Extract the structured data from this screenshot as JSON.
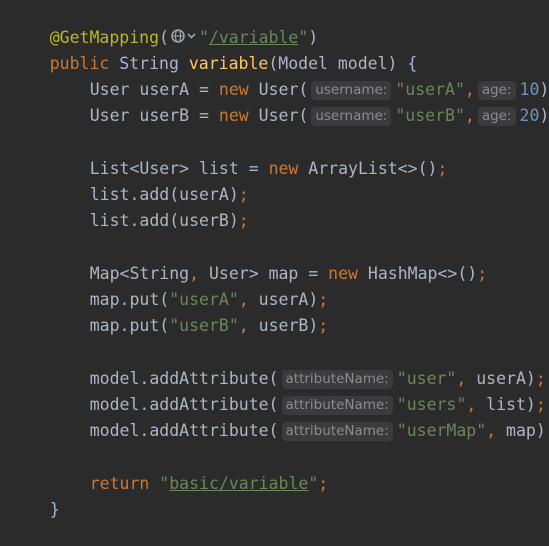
{
  "editor": {
    "line1": {
      "annotation": "@GetMapping",
      "paren_open": "(",
      "quote_open": "\"",
      "url": "/variable",
      "quote_close": "\"",
      "paren_close": ")"
    },
    "line2": {
      "kw_public": "public",
      "type": " String ",
      "method": "variable",
      "params": "(Model model) {"
    },
    "line3": {
      "decl": "User userA = ",
      "kw_new": "new",
      "ctor": " User(",
      "hint1": "username:",
      "str1": "\"userA\"",
      "comma": ",",
      "hint2": "age:",
      "num": "10",
      "end": ");"
    },
    "line4": {
      "decl": "User userB = ",
      "kw_new": "new",
      "ctor": " User(",
      "hint1": "username:",
      "str1": "\"userB\"",
      "comma": ",",
      "hint2": "age:",
      "num": "20",
      "end": ");"
    },
    "line6": {
      "decl": "List<User> list = ",
      "kw_new": "new",
      "ctor": " ArrayList<>()",
      "semi": ";"
    },
    "line7": {
      "code": "list.add(userA)",
      "semi": ";"
    },
    "line8": {
      "code": "list.add(userB)",
      "semi": ";"
    },
    "line10": {
      "decl_a": "Map<String",
      "comma": ",",
      "decl_b": " User> map = ",
      "kw_new": "new",
      "ctor": " HashMap<>()",
      "semi": ";"
    },
    "line11": {
      "call": "map.put(",
      "str": "\"userA\"",
      "comma": ",",
      "arg": " userA)",
      "semi": ";"
    },
    "line12": {
      "call": "map.put(",
      "str": "\"userB\"",
      "comma": ",",
      "arg": " userB)",
      "semi": ";"
    },
    "line14": {
      "call": "model.addAttribute(",
      "hint": "attributeName:",
      "str": "\"user\"",
      "comma": ",",
      "arg": " userA)",
      "semi": ";"
    },
    "line15": {
      "call": "model.addAttribute(",
      "hint": "attributeName:",
      "str": "\"users\"",
      "comma": ",",
      "arg": " list)",
      "semi": ";"
    },
    "line16": {
      "call": "model.addAttribute(",
      "hint": "attributeName:",
      "str": "\"userMap\"",
      "comma": ",",
      "arg": " map)",
      "semi": ";"
    },
    "line18": {
      "kw_return": "return",
      "space": " ",
      "quote_open": "\"",
      "path": "basic/variable",
      "quote_close": "\"",
      "semi": ";"
    },
    "line19": {
      "brace": "}"
    }
  },
  "colors": {
    "background": "#2b2b2b",
    "keyword": "#cc7832",
    "annotation": "#bbb529",
    "string": "#6a8759",
    "number": "#6897bb",
    "method": "#ffc66d",
    "text": "#a9b7c6"
  },
  "icons": {
    "globe": "globe-icon",
    "dropdown": "chevron-down-icon"
  }
}
